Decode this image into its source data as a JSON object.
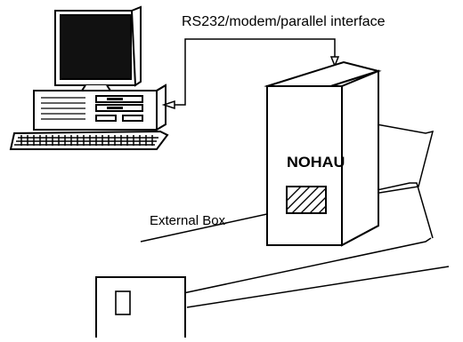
{
  "diagram": {
    "interface_label": "RS232/modem/parallel interface",
    "external_box_label": "External Box",
    "brand_label": "NOHAU",
    "colors": {
      "ink": "#000000",
      "background": "#ffffff",
      "screen": "#111111"
    },
    "icons": [
      "computer-icon",
      "external-box-icon",
      "target-board-icon"
    ]
  }
}
